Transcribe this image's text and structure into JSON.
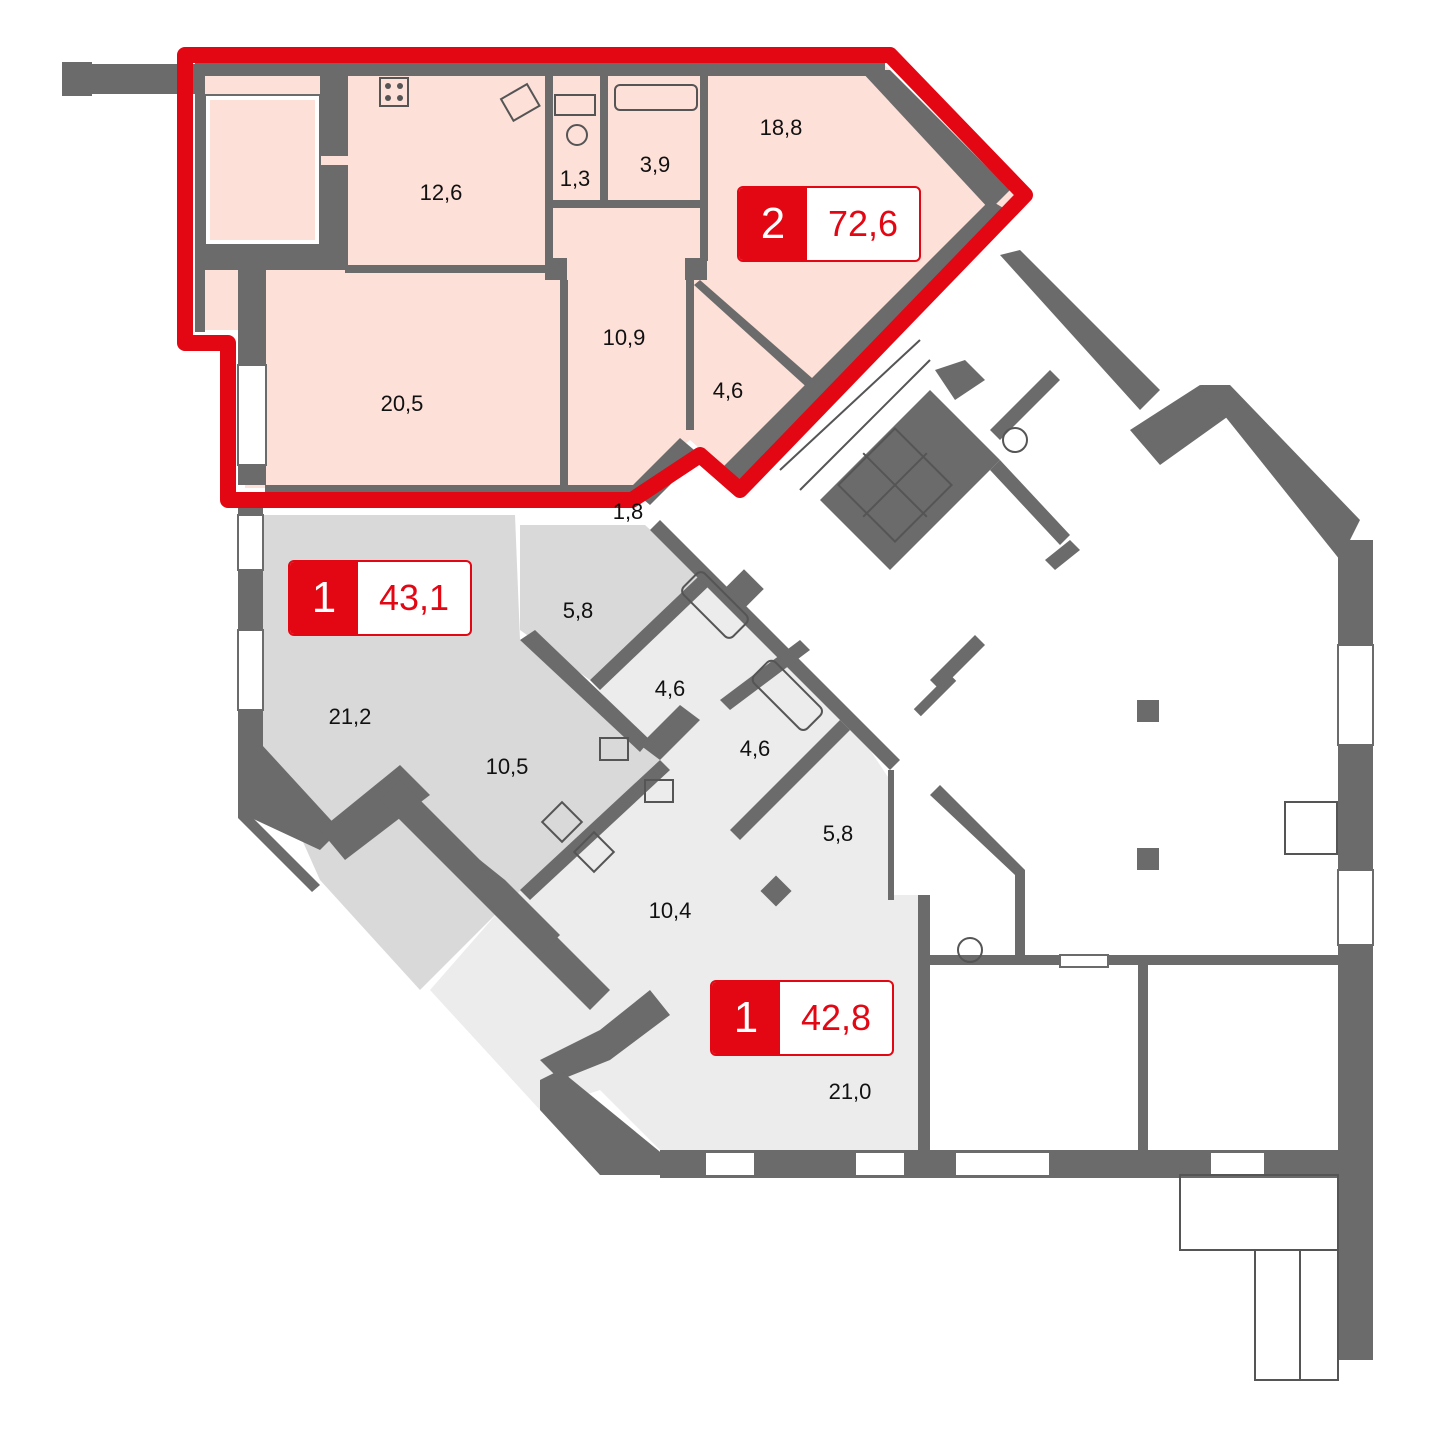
{
  "rooms": {
    "r12_6": "12,6",
    "r1_3": "1,3",
    "r3_9": "3,9",
    "r18_8": "18,8",
    "r10_9": "10,9",
    "r20_5": "20,5",
    "r4_6a": "4,6",
    "r1_8": "1,8",
    "r5_8a": "5,8",
    "r21_2": "21,2",
    "r10_5": "10,5",
    "r4_6b": "4,6",
    "r4_6c": "4,6",
    "r5_8b": "5,8",
    "r10_4": "10,4",
    "r21_0": "21,0"
  },
  "badges": {
    "selected": {
      "rooms": "2",
      "area": "72,6"
    },
    "left": {
      "rooms": "1",
      "area": "43,1"
    },
    "bottom": {
      "rooms": "1",
      "area": "42,8"
    }
  },
  "colors": {
    "selected_fill": "#fde0d8",
    "highlight": "#e30613",
    "apt_left_fill": "#d9d9d9",
    "apt_bottom_fill": "#ececec",
    "wall": "#6b6b6b"
  }
}
